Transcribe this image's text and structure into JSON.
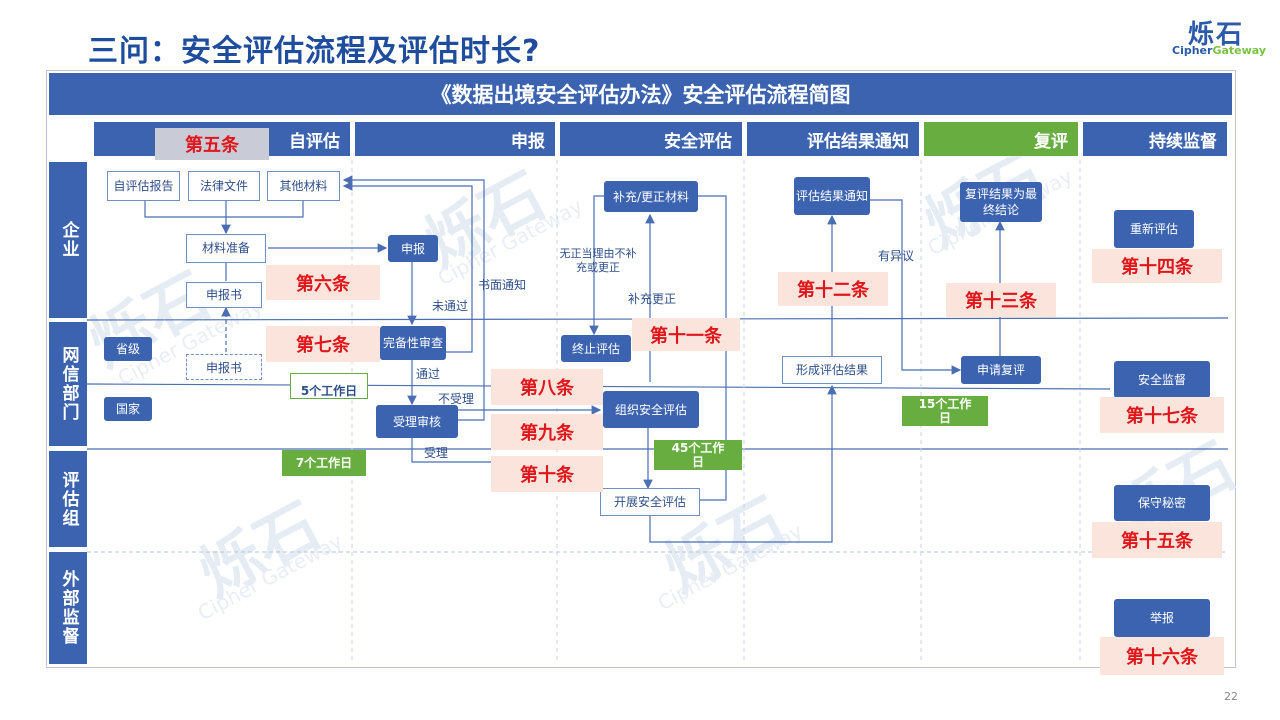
{
  "page": {
    "title": "三问：安全评估流程及评估时长?",
    "logo_cn": "烁石",
    "logo_en_a": "Cipher",
    "logo_en_b": "Gateway",
    "page_number": "22",
    "watermark_cn": "烁石",
    "watermark_en": "Cipher Gateway"
  },
  "diagram": {
    "title": "《数据出境安全评估办法》安全评估流程简图",
    "columns": [
      "自评估",
      "申报",
      "安全评估",
      "评估结果通知",
      "复评",
      "持续监督"
    ],
    "rows": [
      "企业",
      "网信部门",
      "评估组",
      "外部监督"
    ],
    "nodes": {
      "self_report": "自评估报告",
      "legal_docs": "法律文件",
      "other_materials": "其他材料",
      "material_prep": "材料准备",
      "declaration_form": "申报书",
      "declaration_form2": "申报书",
      "province": "省级",
      "national": "国家",
      "declare": "申报",
      "completeness_check": "完备性审查",
      "acceptance_review": "受理审核",
      "supplement": "补充/更正材料",
      "terminate": "终止评估",
      "organize_eval": "组织安全评估",
      "conduct_eval": "开展安全评估",
      "result_notice": "评估结果通知",
      "form_result": "形成评估结果",
      "review_conclusion": "复评结果为最终结论",
      "apply_review": "申请复评",
      "reassess": "重新评估",
      "security_supervision": "安全监督",
      "confidentiality": "保守秘密",
      "report": "举报"
    },
    "edge_labels": {
      "written_notice": "书面通知",
      "not_passed": "未通过",
      "passed": "通过",
      "not_accepted": "不受理",
      "accepted": "受理",
      "no_valid_reason": "无正当理由不补充或更正",
      "supplement_correct": "补充更正",
      "has_objection": "有异议"
    },
    "durations": {
      "five_days": "5个工作日",
      "seven_days": "7个工作日",
      "fortyfive_days": "45个工作日",
      "fifteen_days": "15个工作日"
    },
    "articles": {
      "art5": "第五条",
      "art6": "第六条",
      "art7": "第七条",
      "art8": "第八条",
      "art9": "第九条",
      "art10": "第十条",
      "art11": "第十一条",
      "art12": "第十二条",
      "art13": "第十三条",
      "art14": "第十四条",
      "art15": "第十五条",
      "art16": "第十六条",
      "art17": "第十七条"
    },
    "colors": {
      "primary_blue": "#3c63b0",
      "green": "#67ad3f",
      "article_red": "#e0161b",
      "article_bg": "#fbe4dc"
    }
  }
}
